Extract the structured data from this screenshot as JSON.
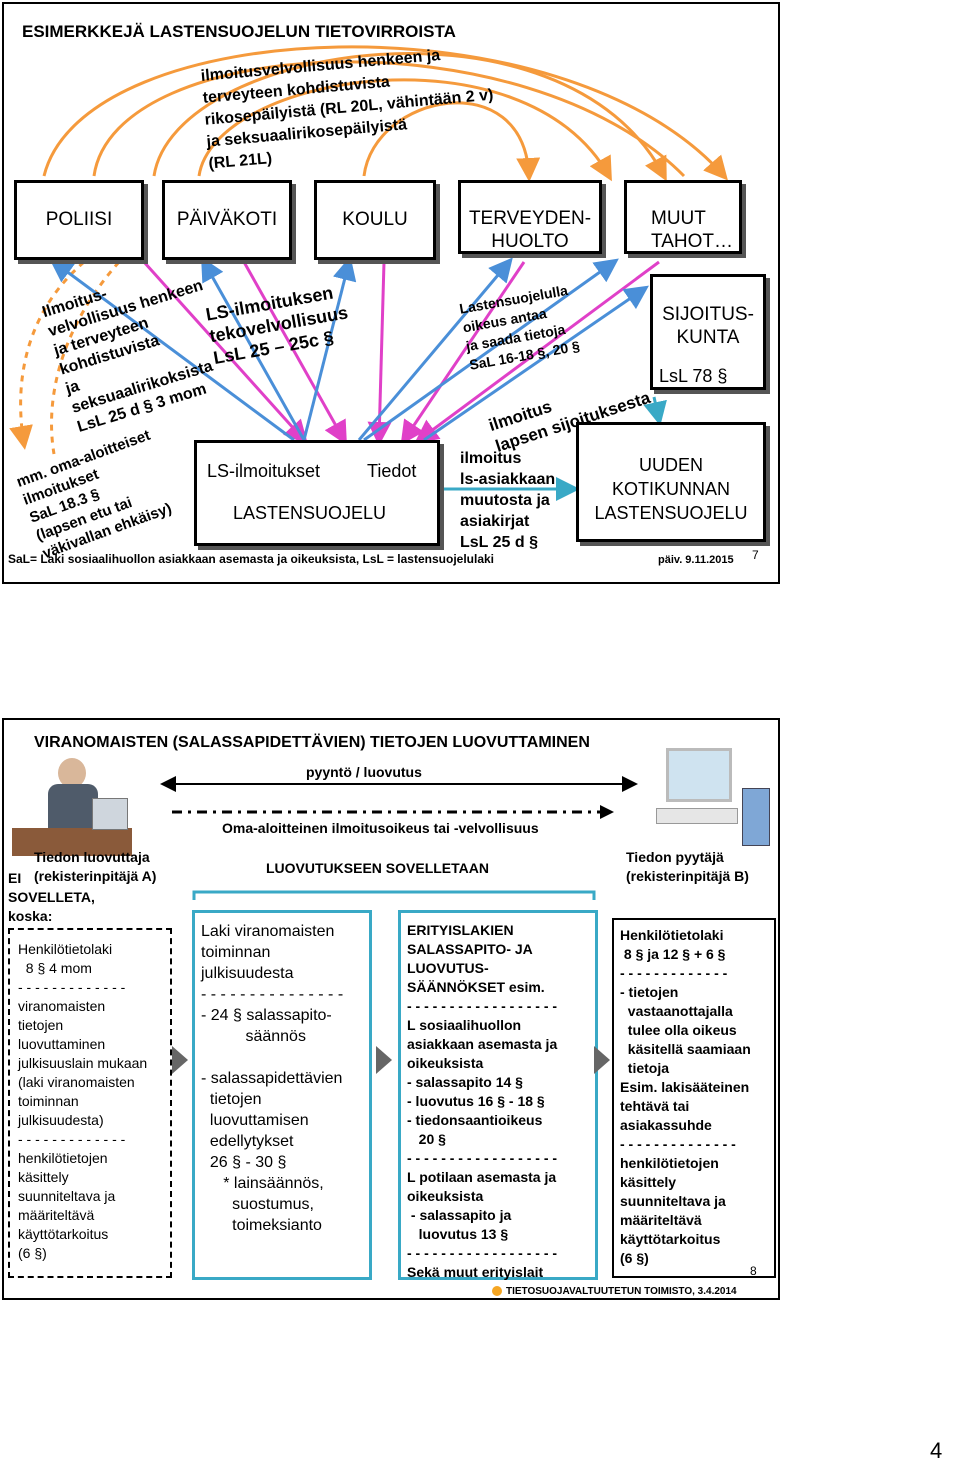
{
  "slide1": {
    "title": "ESIMERKKEJÄ LASTENSUOJELUN TIETOVIRROISTA",
    "top_note": "ilmoitusvelvollisuus henkeen ja\nterveyteen kohdistuvista\nrikosepäilyistä (RL 20L, vähintään 2 v)\nja seksuaalirikosepäilyistä\n(RL 21L)",
    "boxes": {
      "poliisi": "POLIISI",
      "paivakoti": "PÄIVÄKOTI",
      "koulu": "KOULU",
      "terveydenhuolto_1": "TERVEYDEN-",
      "terveydenhuolto_2": "HUOLTO",
      "muut_1": "MUUT",
      "muut_2": "TAHOT…",
      "sijoitus_1": "SIJOITUS-",
      "sijoitus_2": "KUNTA",
      "sijoitus_3": "LsL 78 §",
      "ls_ilmoitukset": "LS-ilmoitukset",
      "tiedot": "Tiedot",
      "lastensuojelu": "LASTENSUOJELU",
      "uuden_1": "UUDEN",
      "uuden_2": "KOTIKUNNAN",
      "uuden_3": "LASTENSUOJELU"
    },
    "rotated": {
      "left_duty": "Ilmoitus-\nvelvollisuus henkeen\nja terveyteen\nkohdistuvista\nja\nseksuaalirikoksista\nLsL 25 d § 3 mom",
      "ls_duty": "LS-ilmoituksen\ntekovelvollisuus\nLsL 25 – 25c §",
      "right_info": "Lastensuojelulla\noikeus antaa\nja saada tietoja\nSaL 16-18 §, 20 §",
      "oma": "mm. oma-aloitteiset\nilmoitukset\nSaL 18.3 §\n(lapsen etu tai\nväkivallan ehkäisy)",
      "sijoitus_notice": "ilmoitus\nlapsen sijoituksesta"
    },
    "ilmoitus_text": "ilmoitus\nls-asiakkaan\nmuutosta ja\nasiakirjat\nLsL 25 d §",
    "footer": "SaL= Laki sosiaalihuollon asiakkaan asemasta ja oikeuksista, LsL = lastensuojelulaki",
    "date": "päiv. 9.11.2015",
    "page_num": "7"
  },
  "slide2": {
    "title": "VIRANOMAISTEN (SALASSAPIDETTÄVIEN) TIETOJEN  LUOVUTTAMINEN",
    "request": "pyyntö / luovutus",
    "own_initiative": "Oma-aloitteinen ilmoitusoikeus  tai -velvollisuus",
    "provider": "Tiedon luovuttaja\n(rekisterinpitäjä A)",
    "ei": "EI",
    "ei_rest": "SOVELLETA,\nkoska:",
    "applied": "LUOVUTUKSEEN SOVELLETAAN",
    "requester": "Tiedon pyytäjä\n(rekisterinpitäjä B)",
    "col1": "Henkilötietolaki\n  8 § 4 mom\n- - - - - - - - - - - - -\nviranomaisten\ntietojen\nluovuttaminen\njulkisuuslain mukaan\n(laki viranomaisten\ntoiminnan\njulkisuudesta)\n- - - - - - - - - - - - -\nhenkilötietojen\nkäsittely\nsuunniteltava ja\nmääriteltävä\nkäyttötarkoitus\n(6 §)",
    "col2": "Laki viranomaisten\ntoiminnan\njulkisuudesta\n- - - - - - - - - - - - - - -\n- 24 § salassapito-\n          säännös\n\n- salassapidettävien\n  tietojen\n  luovuttamisen\n  edellytykset\n  26 § - 30 §\n     * lainsäännös,\n       suostumus,\n       toimeksianto",
    "col3": "ERITYISLAKIEN\nSALASSAPITO- JA\nLUOVUTUS-\nSÄÄNNÖKSET esim.\n- - - - - - - - - - - - - - - - - -\nL sosiaalihuollon\nasiakkaan asemasta ja\noikeuksista\n- salassapito 14 §\n- luovutus 16 § - 18 §\n- tiedonsaantioikeus\n   20 §\n- - - - - - - - - - - - - - - - - -\nL potilaan asemasta ja\noikeuksista\n - salassapito ja\n   luovutus 13 §\n- - - - - - - - - - - - - - - - - -\nSekä muut erityislait",
    "col4": "Henkilötietolaki\n 8 § ja 12 § + 6 §\n- - - - - - - - - - - - -\n- tietojen\n  vastaanottajalla\n  tulee olla oikeus\n  käsitellä saamiaan\n  tietoja\nEsim. lakisääteinen\ntehtävä tai\nasiakassuhde\n- - - - - - - - - - - - - -\nhenkilötietojen\nkäsittely\nsuunniteltava ja\nmääriteltävä\nkäyttötarkoitus\n(6 §)",
    "page_num": "8",
    "footer": "TIETOSUOJAVALTUUTETUN TOIMISTO, 3.4.2014"
  },
  "corner_page": "4",
  "colors": {
    "orange": "#f59a3c",
    "magenta": "#e040c8",
    "blue": "#4a8fd8",
    "teal": "#39a9c6"
  }
}
